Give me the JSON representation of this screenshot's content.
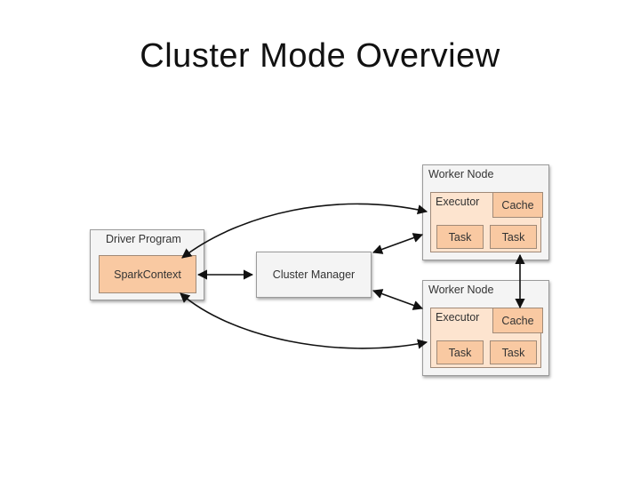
{
  "title": "Cluster Mode Overview",
  "diagram": {
    "driver": {
      "label": "Driver Program",
      "context_label": "SparkContext"
    },
    "cluster_manager": {
      "label": "Cluster Manager"
    },
    "worker_nodes": [
      {
        "label": "Worker Node",
        "executor_label": "Executor",
        "cache_label": "Cache",
        "tasks": [
          "Task",
          "Task"
        ]
      },
      {
        "label": "Worker Node",
        "executor_label": "Executor",
        "cache_label": "Cache",
        "tasks": [
          "Task",
          "Task"
        ]
      }
    ],
    "colors": {
      "node_fill": "#f4f4f4",
      "executor_fill": "#fde4cf",
      "task_fill": "#f9c9a2",
      "arrow": "#111111"
    }
  }
}
